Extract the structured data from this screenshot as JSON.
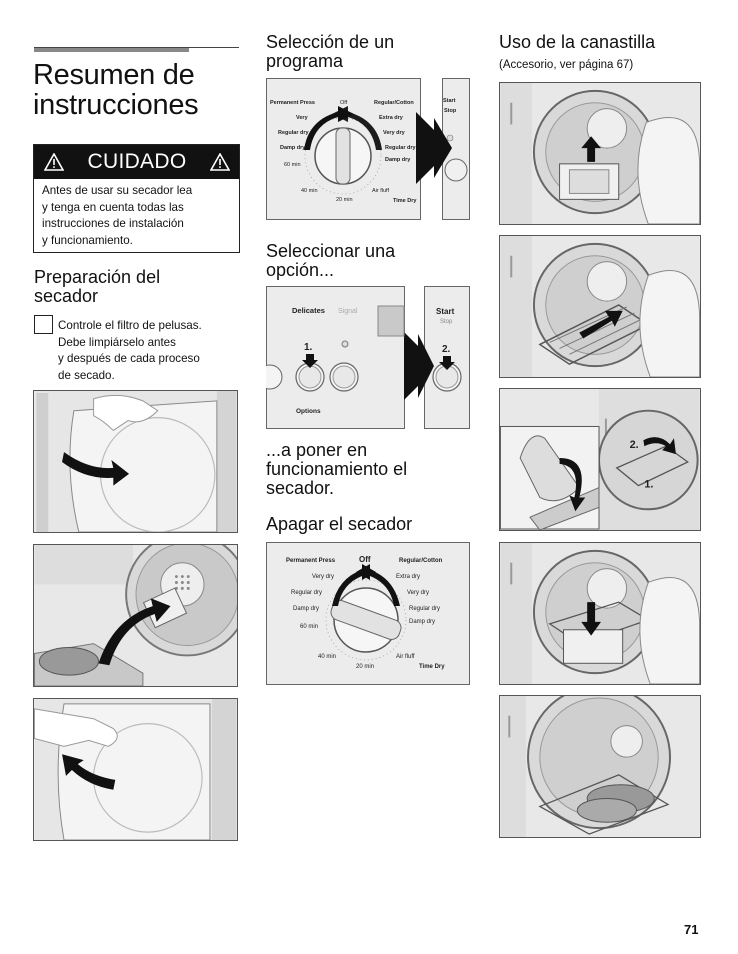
{
  "title_line1": "Resumen de",
  "title_line2": "instrucciones",
  "caution": {
    "label": "CUIDADO",
    "text_l1": "Antes de usar su secador lea",
    "text_l2": "y tenga en cuenta todas las",
    "text_l3": "instrucciones de instalación",
    "text_l4": "y funcionamiento."
  },
  "prep": {
    "heading_l1": "Preparación del",
    "heading_l2": "secador",
    "item_l1": "Controle el filtro de pelusas.",
    "item_l2": "Debe limpiárselo antes",
    "item_l3": "y después de cada proceso",
    "item_l4": "de secado."
  },
  "program": {
    "heading_l1": "Selección de un",
    "heading_l2": "programa",
    "dial": {
      "permanent_press": "Permanent Press",
      "off": "Off",
      "regular_cotton": "Regular/Cotton",
      "very": "Very",
      "extra_dry": "Extra dry",
      "regular_dry_left": "Regular dry",
      "very_dry": "Very dry",
      "damp_dry_left": "Damp dry",
      "regular_dry_right": "Regular dry",
      "damp_dry_right": "Damp dry",
      "min60": "60 min",
      "min40": "40 min",
      "min20": "20 min",
      "air_fluff": "Air fluff",
      "time_dry": "Time Dry"
    },
    "start": "Start",
    "stop": "Stop"
  },
  "option": {
    "heading_l1": "Seleccionar una",
    "heading_l2": "opción...",
    "delicates": "Delicates",
    "signal": "Signal",
    "options": "Options",
    "step1": "1.",
    "step2": "2.",
    "start": "Start",
    "stop": "Stop"
  },
  "run": {
    "heading_l1": "...a poner en",
    "heading_l2": "funcionamiento el",
    "heading_l3": "secador."
  },
  "off": {
    "heading": "Apagar el secador",
    "dial": {
      "permanent_press": "Permanent Press",
      "off": "Off",
      "regular_cotton": "Regular/Cotton",
      "very_dry_left": "Very dry",
      "extra_dry": "Extra dry",
      "regular_dry_left": "Regular dry",
      "very_dry_right": "Very dry",
      "damp_dry_left": "Damp dry",
      "regular_dry_right": "Regular dry",
      "damp_dry_right": "Damp dry",
      "min60": "60 min",
      "min40": "40 min",
      "min20": "20 min",
      "air_fluff": "Air fluff",
      "time_dry": "Time Dry"
    }
  },
  "rack": {
    "heading": "Uso de la canastilla",
    "subheading": "(Accesorio, ver página 67)",
    "step1": "1.",
    "step2": "2."
  },
  "page_number": "71"
}
